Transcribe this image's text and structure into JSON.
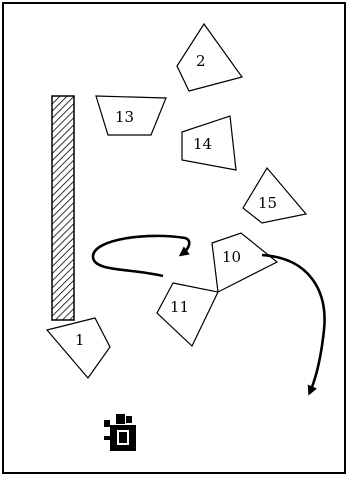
{
  "diagram": {
    "frame_color": "#000000",
    "background": "#ffffff",
    "wall": {
      "kind": "hatched-wall"
    },
    "shapes": [
      {
        "id": "2",
        "label": "2"
      },
      {
        "id": "13",
        "label": "13"
      },
      {
        "id": "14",
        "label": "14"
      },
      {
        "id": "15",
        "label": "15"
      },
      {
        "id": "10",
        "label": "10"
      },
      {
        "id": "11",
        "label": "11"
      },
      {
        "id": "1",
        "label": "1"
      }
    ],
    "arrows": [
      {
        "id": "loop-arrow",
        "kind": "curved-arrow"
      },
      {
        "id": "exit-arrow",
        "kind": "curved-arrow"
      }
    ],
    "camera": {
      "icon": "camera-icon"
    }
  }
}
